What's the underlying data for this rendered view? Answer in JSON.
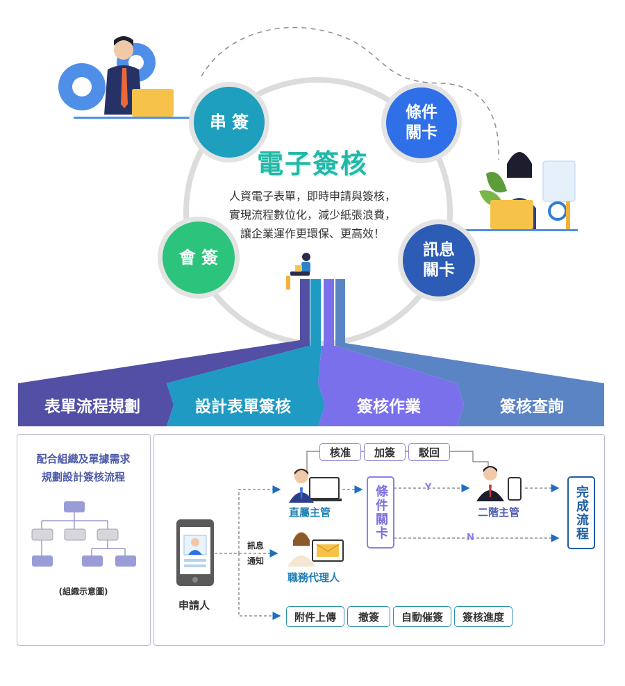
{
  "hero": {
    "title": "電子簽核",
    "description_lines": [
      "人資電子表單，即時申請與簽核，",
      "實現流程數位化，減少紙張浪費，",
      "讓企業運作更環保、更高效！"
    ],
    "bubbles": [
      {
        "label": "串 簽",
        "color": "#1e9fbd"
      },
      {
        "label": "條件\n關卡",
        "color": "#2f6fe8"
      },
      {
        "label": "會 簽",
        "color": "#2cc47c"
      },
      {
        "label": "訊息\n關卡",
        "color": "#2c5cb5"
      }
    ]
  },
  "bands": [
    {
      "label": "表單流程規劃",
      "color": "#524fa5"
    },
    {
      "label": "設計表單簽核",
      "color": "#1f9ac2"
    },
    {
      "label": "簽核作業",
      "color": "#7b70ec"
    },
    {
      "label": "簽核查詢",
      "color": "#5b84c4"
    }
  ],
  "left_panel": {
    "heading_lines": [
      "配合組織及單據需求",
      "規劃設計簽核流程"
    ],
    "caption": "(組織示意圖)"
  },
  "flow": {
    "top_chips": [
      "核准",
      "加簽",
      "駁回"
    ],
    "supervisor": "直屬主管",
    "condition_gate": "條件關卡",
    "yes_label": "Y",
    "no_label": "N",
    "second_supervisor": "二階主管",
    "complete": "完成流程",
    "notify_label_lines": [
      "訊息",
      "通知"
    ],
    "deputy": "職務代理人",
    "applicant": "申請人",
    "bottom_chips": [
      "附件上傳",
      "撤簽",
      "自動催簽",
      "簽核進度"
    ]
  }
}
